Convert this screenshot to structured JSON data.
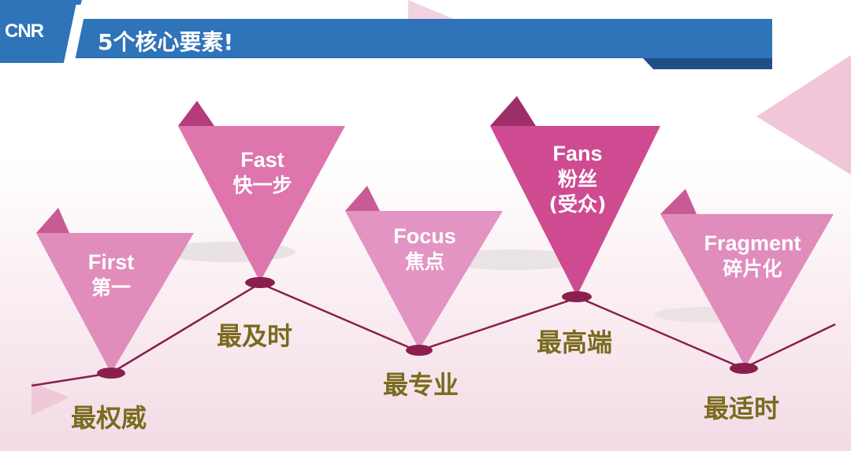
{
  "header": {
    "logo": "CNR",
    "title": "5个核心要素!"
  },
  "items": [
    {
      "en": "First",
      "zh": "第一",
      "zh2": "",
      "label": "最权威"
    },
    {
      "en": "Fast",
      "zh": "快一步",
      "zh2": "",
      "label": "最及时"
    },
    {
      "en": "Focus",
      "zh": "焦点",
      "zh2": "",
      "label": "最专业"
    },
    {
      "en": "Fans",
      "zh": "粉丝",
      "zh2": "(受众)",
      "label": "最高端"
    },
    {
      "en": "Fragment",
      "zh": "碎片化",
      "zh2": "",
      "label": "最适时"
    }
  ],
  "colors": {
    "header_blue": "#2f73b8",
    "triangle_pink": "#e17db2",
    "triangle_light": "#dd8fbd",
    "triangle_deep": "#cc3d86",
    "label_olive": "#7a6a1f",
    "dot": "#8a1f4d",
    "line": "#8a1f4d"
  }
}
